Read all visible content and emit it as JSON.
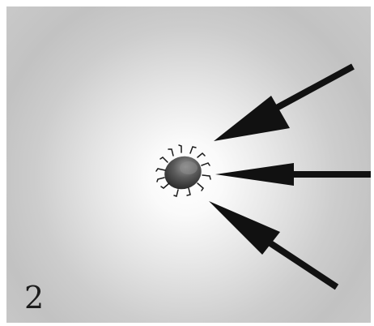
{
  "figure": {
    "panel_number": "2",
    "particle": {
      "description_icon": "particle-with-hairs-icon"
    },
    "arrows": [
      {
        "name": "arrow-upper-right",
        "direction": "inward"
      },
      {
        "name": "arrow-right",
        "direction": "inward"
      },
      {
        "name": "arrow-lower-right",
        "direction": "inward"
      }
    ],
    "colors": {
      "arrow": "#111111",
      "particle_dark": "#2a2a2a",
      "particle_light": "#8c8c8c",
      "gradient_center": "#ffffff",
      "gradient_edge": "#c2c2c2"
    }
  }
}
